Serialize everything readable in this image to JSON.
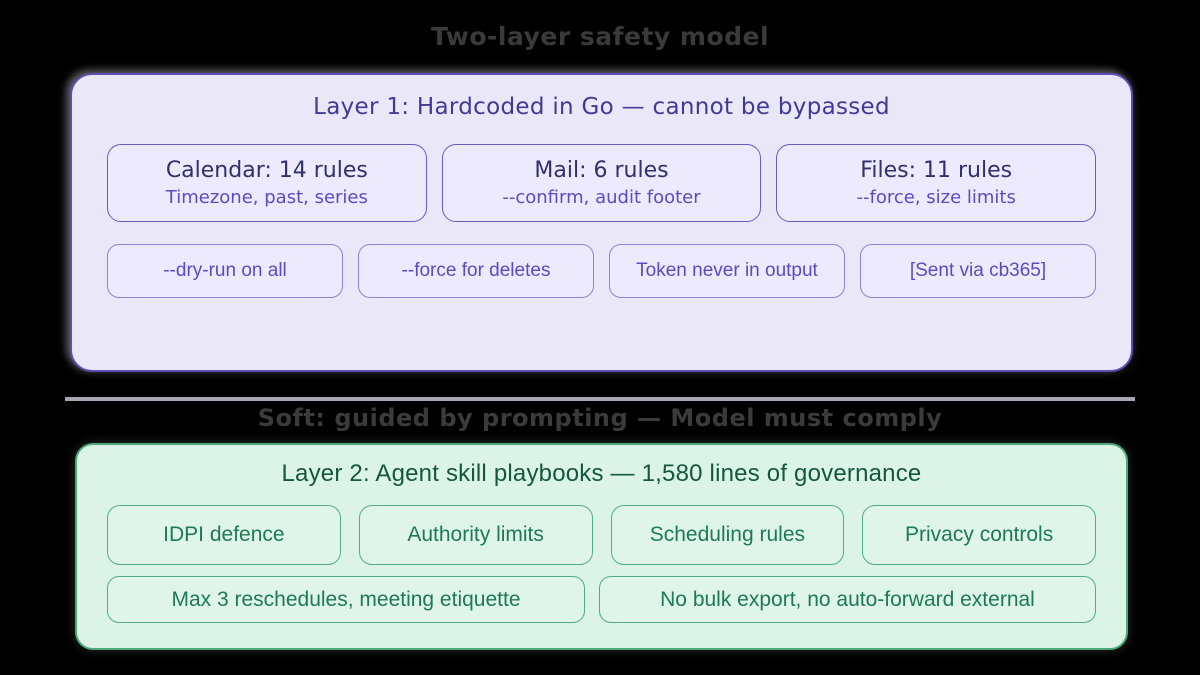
{
  "page": {
    "title": "Two-layer safety model",
    "background_color": "#000000",
    "title_color": "#3a3a3a"
  },
  "layer1": {
    "title": "Layer 1: Hardcoded in Go — cannot be bypassed",
    "accent_color": "#5a4fb5",
    "background_color": "#eae8f8",
    "text_color": "#403a96",
    "cards": [
      {
        "title": "Calendar: 14 rules",
        "subtitle": "Timezone, past, series"
      },
      {
        "title": "Mail: 6 rules",
        "subtitle": "--confirm, audit footer"
      },
      {
        "title": "Files: 11 rules",
        "subtitle": "--force, size limits"
      }
    ],
    "pills": [
      {
        "label": "--dry-run on all"
      },
      {
        "label": "--force for deletes"
      },
      {
        "label": "Token never in output"
      },
      {
        "label": "[Sent via cb365]"
      }
    ]
  },
  "divider": {
    "caption": "Soft: guided by prompting — Model must comply",
    "rule_color": "#a6a7b3",
    "caption_color": "#3b3b3b"
  },
  "layer2": {
    "title": "Layer 2: Agent skill playbooks — 1,580 lines of governance",
    "accent_color": "#4aa87c",
    "background_color": "#dcf4e7",
    "text_color": "#14573e",
    "cards": [
      {
        "label": "IDPI defence"
      },
      {
        "label": "Authority limits"
      },
      {
        "label": "Scheduling rules"
      },
      {
        "label": "Privacy controls"
      }
    ],
    "wide_cards": [
      {
        "label": "Max 3 reschedules, meeting etiquette"
      },
      {
        "label": "No bulk export, no auto-forward external"
      }
    ]
  }
}
